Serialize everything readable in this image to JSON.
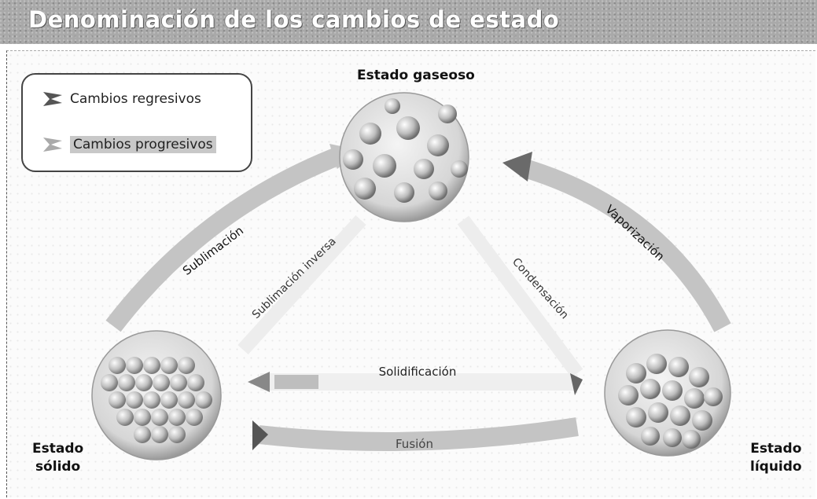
{
  "title": "Denominación de los cambios de estado",
  "legend": {
    "regressive": "Cambios regresivos",
    "progressive": "Cambios progresivos"
  },
  "states": {
    "gas": "Estado gaseoso",
    "solid_line1": "Estado",
    "solid_line2": "sólido",
    "liquid_line1": "Estado",
    "liquid_line2": "líquido"
  },
  "changes": {
    "sublimacion": "Sublimación",
    "vaporizacion": "Vaporización",
    "sublimacion_inversa": "Sublimación inversa",
    "condensacion": "Condensación",
    "solidificacion": "Solidificación",
    "fusion": "Fusión"
  },
  "colors": {
    "regressive_arrow": "#7a7a7a",
    "progressive_arrow": "#c4c4c4",
    "header": "#a9a9a9",
    "text": "#111111"
  }
}
